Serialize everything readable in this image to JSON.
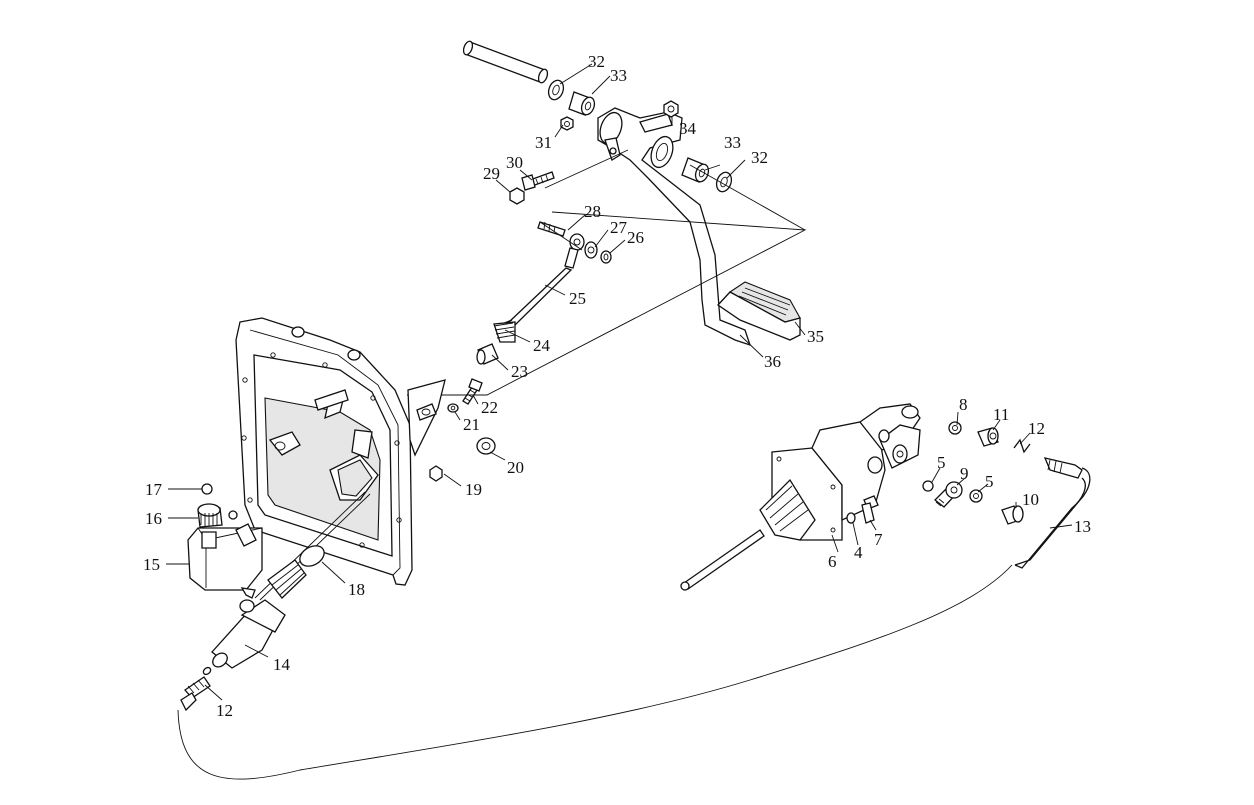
{
  "labels": {
    "p4": "4",
    "p5a": "5",
    "p5b": "5",
    "p6": "6",
    "p7": "7",
    "p8": "8",
    "p9": "9",
    "p10": "10",
    "p11": "11",
    "p12a": "12",
    "p12b": "12",
    "p13": "13",
    "p14": "14",
    "p15": "15",
    "p16": "16",
    "p17": "17",
    "p18": "18",
    "p19": "19",
    "p20": "20",
    "p21": "21",
    "p22": "22",
    "p23": "23",
    "p24": "24",
    "p25": "25",
    "p26": "26",
    "p27": "27",
    "p28": "28",
    "p29": "29",
    "p30": "30",
    "p31": "31",
    "p32a": "32",
    "p32b": "32",
    "p33a": "33",
    "p33b": "33",
    "p34": "34",
    "p35": "35",
    "p36": "36"
  }
}
